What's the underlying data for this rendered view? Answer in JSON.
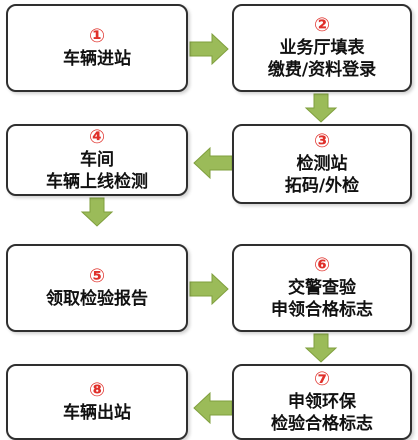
{
  "colors": {
    "number": "#e0302a",
    "arrow": "#9bbb59",
    "border": "#2f2f2f",
    "text": "#111111"
  },
  "steps": [
    {
      "num": "①",
      "lines": [
        "车辆进站"
      ]
    },
    {
      "num": "②",
      "lines": [
        "业务厅填表",
        "缴费/资料登录"
      ]
    },
    {
      "num": "③",
      "lines": [
        "检测站",
        "拓码/外检"
      ]
    },
    {
      "num": "④",
      "lines": [
        "车间",
        "车辆上线检测"
      ]
    },
    {
      "num": "⑤",
      "lines": [
        "领取检验报告"
      ]
    },
    {
      "num": "⑥",
      "lines": [
        "交警查验",
        "申领合格标志"
      ]
    },
    {
      "num": "⑦",
      "lines": [
        "申领环保",
        "检验合格标志"
      ]
    },
    {
      "num": "⑧",
      "lines": [
        "车辆出站"
      ]
    }
  ]
}
